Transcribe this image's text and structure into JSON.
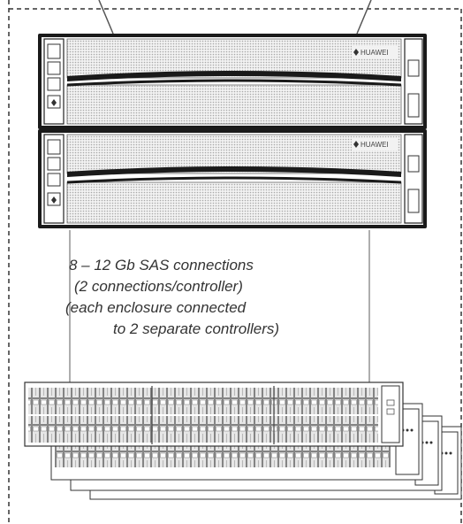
{
  "controllers": [
    {
      "brand": "HUAWEI"
    },
    {
      "brand": "HUAWEI"
    }
  ],
  "caption": {
    "line1": "8 – 12 Gb SAS connections",
    "line2": "(2 connections/controller)",
    "line3": "(each enclosure connected",
    "line4": "to 2 separate controllers)"
  },
  "enclosures": {
    "count": 4
  },
  "colors": {
    "frame": "#1a1a1a",
    "border": "#333333",
    "mesh": "#bdbdbd",
    "bay": "#d8d8d8"
  }
}
